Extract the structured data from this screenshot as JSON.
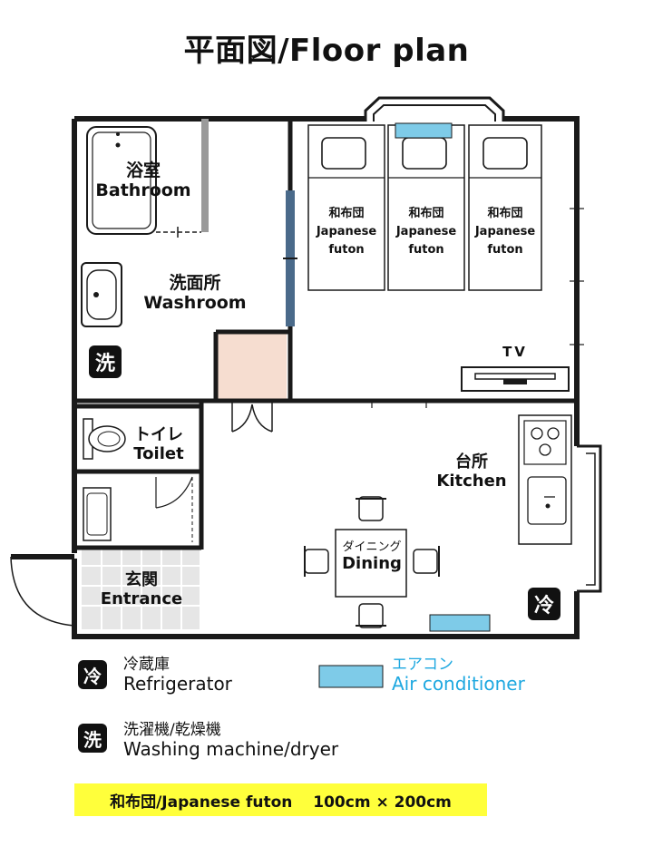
{
  "title": "平面図/Floor plan",
  "rooms": {
    "bathroom": {
      "jp": "浴室",
      "en": "Bathroom"
    },
    "washroom": {
      "jp": "洗面所",
      "en": "Washroom"
    },
    "toilet": {
      "jp": "トイレ",
      "en": "Toilet"
    },
    "entrance": {
      "jp": "玄関",
      "en": "Entrance"
    },
    "kitchen": {
      "jp": "台所",
      "en": "Kitchen"
    },
    "dining": {
      "jp": "ダイニング",
      "en": "Dining"
    },
    "tv": "TV"
  },
  "futons": [
    {
      "jp": "和布団",
      "en1": "Japanese",
      "en2": "futon"
    },
    {
      "jp": "和布団",
      "en1": "Japanese",
      "en2": "futon"
    },
    {
      "jp": "和布団",
      "en1": "Japanese",
      "en2": "futon"
    }
  ],
  "badges": {
    "washer": "洗",
    "fridge": "冷"
  },
  "legend": {
    "fridge": {
      "jp": "冷蔵庫",
      "en": "Refrigerator"
    },
    "washer": {
      "jp": "洗濯機/乾燥機",
      "en": "Washing machine/dryer"
    },
    "ac": {
      "jp": "エアコン",
      "en": "Air conditioner"
    },
    "futon_size": "和布団/Japanese futon　 100cm × 200cm"
  },
  "colors": {
    "wall": "#1a1a1a",
    "ac_unit": "#7ecbe8",
    "closet": "#f6ddd0",
    "accent_text": "#1ea8e0",
    "highlight": "#ffff3b",
    "tile": "#e6e6e6"
  }
}
